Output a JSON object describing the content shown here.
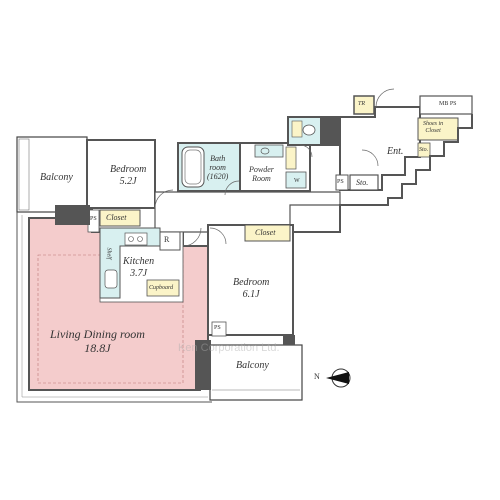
{
  "watermark": "Ken Corporation Ltd.",
  "compass": {
    "label": "N"
  },
  "rooms": {
    "balcony_west": "Balcony",
    "bedroom_1": {
      "name": "Bedroom",
      "size": "5.2J"
    },
    "bathroom": {
      "name": "Bath",
      "line2": "room",
      "line3": "(1620)"
    },
    "powder_room": {
      "name": "Powder",
      "line2": "Room"
    },
    "closet_1": "Closet",
    "kitchen": {
      "name": "Kitchen",
      "size": "3.7J"
    },
    "refrigerator": "R",
    "cupboard": "Cupboard",
    "shelf": "Shelf",
    "bedroom_2": {
      "name": "Bedroom",
      "size": "6.1J"
    },
    "closet_2": "Closet",
    "living_dining": {
      "name": "Living Dining room",
      "size": "18.8J"
    },
    "balcony_east": "Balcony",
    "entrance": "Ent.",
    "storage": "Sto.",
    "storage_small": "Sto.",
    "tr": "TR",
    "mb_ps": "MB PS",
    "shoes_closet": {
      "line1": "Shoes in",
      "line2": "Closet"
    },
    "ps_1": "PS",
    "ps_2": "PS",
    "ps_3": "PS",
    "wm_label": "W"
  },
  "colors": {
    "living": "#f4cccc",
    "wet": "#d8f0f0",
    "closet": "#fbf4c8",
    "wall": "#555555",
    "outline": "#4a4a4a",
    "floor": "#ffffff"
  }
}
